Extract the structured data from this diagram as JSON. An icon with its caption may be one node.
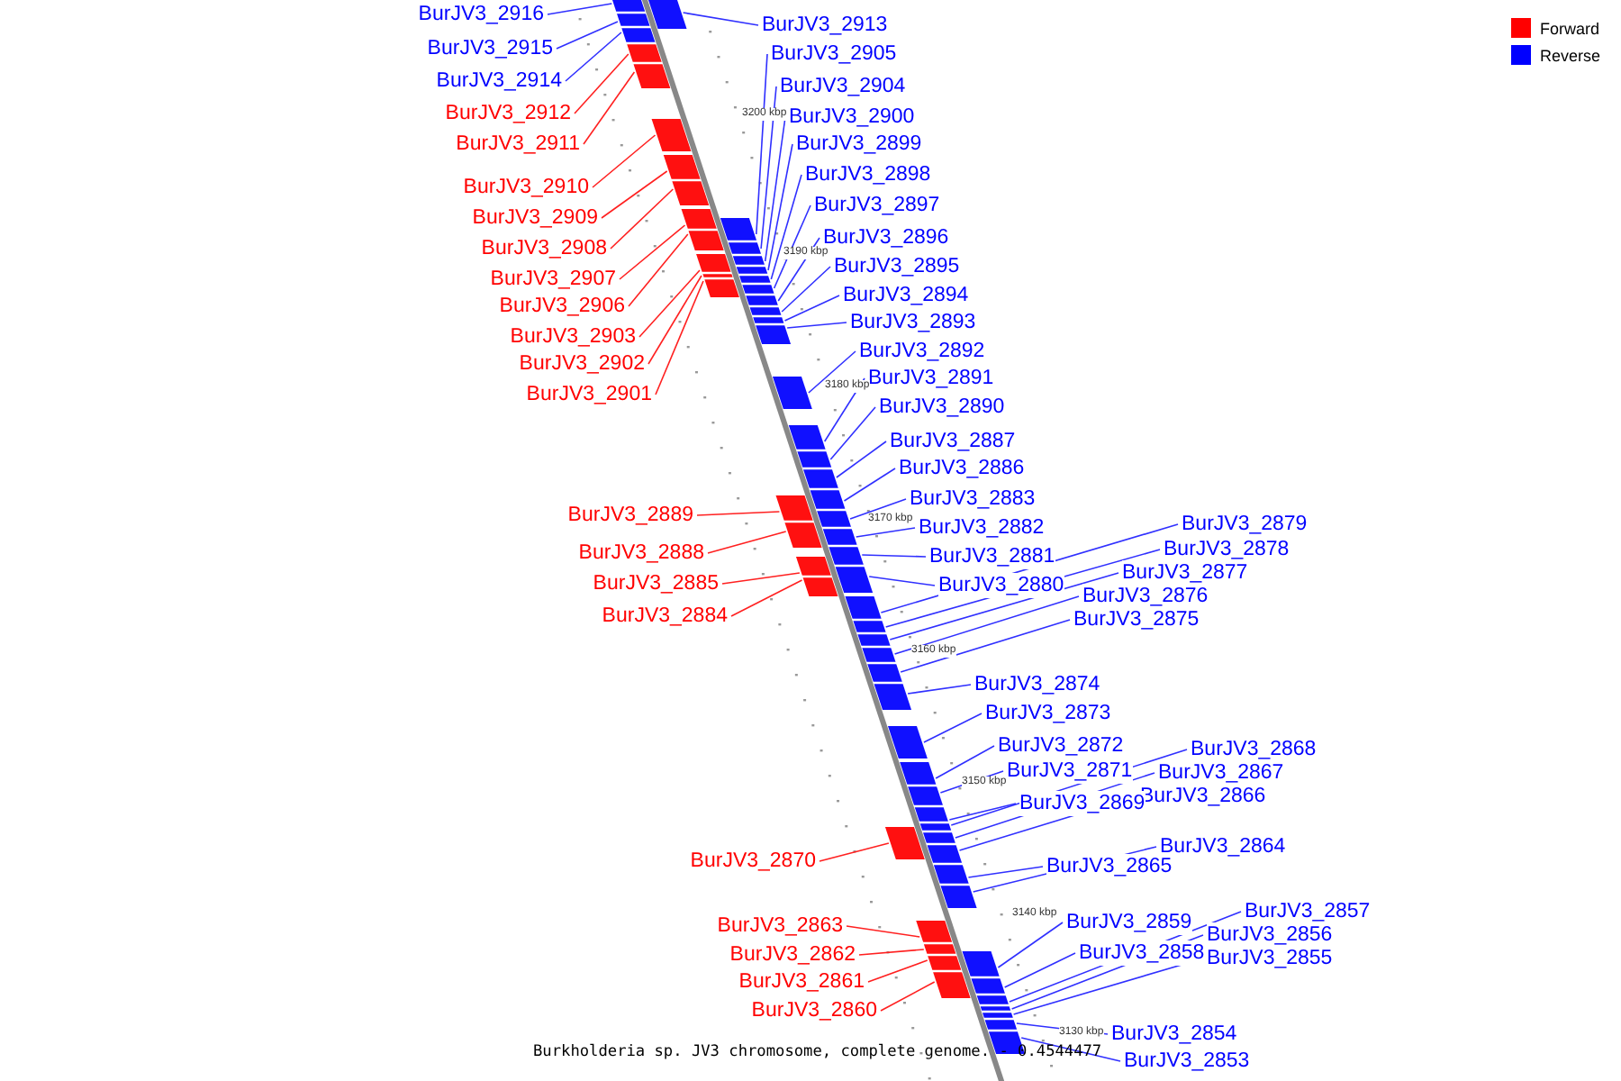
{
  "diagram": {
    "caption": "Burkholderia sp. JV3 chromosome, complete genome. - 0.4544477",
    "nodes": [
      {
        "text": [
          "BurJV3_2916"
        ]
      },
      {
        "text": [
          "BurJV3_2913"
        ]
      },
      {
        "text": [
          "BurJV3_2915"
        ]
      },
      {
        "text": [
          "BurJV3_2905"
        ]
      },
      {
        "text": [
          "BurJV3_2914"
        ]
      },
      {
        "text": [
          "BurJV3_2904"
        ]
      },
      {
        "text": [
          "BurJV3_2912"
        ]
      },
      {
        "text": [
          "BurJV3_2900"
        ]
      },
      {
        "text": [
          "BurJV3_2911"
        ]
      },
      {
        "text": [
          "BurJV3_2899"
        ]
      },
      {
        "text": [
          "BurJV3_2898"
        ]
      },
      {
        "text": [
          "BurJV3_2910"
        ]
      },
      {
        "text": [
          "BurJV3_2897"
        ]
      },
      {
        "text": [
          "BurJV3_2909"
        ]
      },
      {
        "text": [
          "BurJV3_2896"
        ]
      },
      {
        "text": [
          "BurJV3_2908"
        ]
      },
      {
        "text": [
          "BurJV3_2895"
        ]
      },
      {
        "text": [
          "BurJV3_2907"
        ]
      },
      {
        "text": [
          "BurJV3_2894"
        ]
      },
      {
        "text": [
          "BurJV3_2906"
        ]
      },
      {
        "text": [
          "BurJV3_2893"
        ]
      },
      {
        "text": [
          "BurJV3_2903"
        ]
      },
      {
        "text": [
          "BurJV3_2892"
        ]
      },
      {
        "text": [
          "BurJV3_2902"
        ]
      },
      {
        "text": [
          "BurJV3_2891"
        ]
      },
      {
        "text": [
          "BurJV3_2901"
        ]
      },
      {
        "text": [
          "BurJV3_2890"
        ]
      },
      {
        "text": [
          "BurJV3_2887"
        ]
      },
      {
        "text": [
          "BurJV3_2886"
        ]
      },
      {
        "text": [
          "BurJV3_2883"
        ]
      },
      {
        "text": [
          "BurJV3_2889"
        ]
      },
      {
        "text": [
          "BurJV3_2879"
        ]
      },
      {
        "text": [
          "BurJV3_2882"
        ]
      },
      {
        "text": [
          "BurJV3_2878"
        ]
      },
      {
        "text": [
          "BurJV3_2888"
        ]
      },
      {
        "text": [
          "BurJV3_2881"
        ]
      },
      {
        "text": [
          "BurJV3_2877"
        ]
      },
      {
        "text": [
          "BurJV3_2885"
        ]
      },
      {
        "text": [
          "BurJV3_2880"
        ]
      },
      {
        "text": [
          "BurJV3_2876"
        ]
      },
      {
        "text": [
          "BurJV3_2884"
        ]
      },
      {
        "text": [
          "BurJV3_2875"
        ]
      },
      {
        "text": [
          "BurJV3_2874"
        ]
      },
      {
        "text": [
          "BurJV3_2873"
        ]
      },
      {
        "text": [
          "BurJV3_2872"
        ]
      },
      {
        "text": [
          "BurJV3_2868"
        ]
      },
      {
        "text": [
          "BurJV3_2871"
        ]
      },
      {
        "text": [
          "BurJV3_2867"
        ]
      },
      {
        "text": [
          "BurJV3_2866"
        ]
      },
      {
        "text": [
          "BurJV3_2869"
        ]
      },
      {
        "text": [
          "BurJV3_2864"
        ]
      },
      {
        "text": [
          "BurJV3_2870"
        ]
      },
      {
        "text": [
          "BurJV3_2865"
        ]
      },
      {
        "text": [
          "BurJV3_2857"
        ]
      },
      {
        "text": [
          "BurJV3_2859"
        ]
      },
      {
        "text": [
          "BurJV3_2863"
        ]
      },
      {
        "text": [
          "BurJV3_2856"
        ]
      },
      {
        "text": [
          "BurJV3_2858"
        ]
      },
      {
        "text": [
          "BurJV3_2862"
        ]
      },
      {
        "text": [
          "BurJV3_2855"
        ]
      },
      {
        "text": [
          "BurJV3_2861"
        ]
      },
      {
        "text": [
          "BurJV3_2860"
        ]
      },
      {
        "text": [
          "BurJV3_2854"
        ]
      },
      {
        "text": [
          "BurJV3_2853"
        ]
      },
      {
        "text": [],
        "shape": "bar"
      },
      {
        "text": [],
        "shape": "bar"
      },
      {
        "text": [],
        "shape": "bar"
      },
      {
        "text": [],
        "shape": "bar"
      },
      {
        "text": [],
        "shape": "bar"
      },
      {
        "text": [],
        "shape": "bar"
      },
      {
        "text": [],
        "shape": "bar"
      },
      {
        "text": [],
        "shape": "bar"
      },
      {
        "text": [],
        "shape": "bar"
      },
      {
        "text": [],
        "shape": "bar"
      },
      {
        "text": [],
        "shape": "bar"
      },
      {
        "text": [],
        "shape": "bar"
      },
      {
        "text": [],
        "shape": "bar"
      },
      {
        "text": [],
        "shape": "bar"
      },
      {
        "text": [],
        "shape": "bar"
      },
      {
        "text": [],
        "shape": "bar"
      },
      {
        "text": [],
        "shape": "bar"
      },
      {
        "text": [],
        "shape": "bar"
      },
      {
        "text": [],
        "shape": "bar"
      },
      {
        "text": [],
        "shape": "bar"
      },
      {
        "text": [],
        "shape": "bar"
      },
      {
        "text": [],
        "shape": "bar"
      },
      {
        "text": [],
        "shape": "bar"
      },
      {
        "text": [],
        "shape": "bar"
      },
      {
        "text": [],
        "shape": "bar"
      },
      {
        "text": [],
        "shape": "bar"
      },
      {
        "text": [],
        "shape": "bar"
      },
      {
        "text": [],
        "shape": "bar"
      },
      {
        "text": [],
        "shape": "bar"
      },
      {
        "text": [],
        "shape": "bar"
      },
      {
        "text": [],
        "shape": "bar"
      },
      {
        "text": [],
        "shape": "bar"
      },
      {
        "text": [],
        "shape": "bar"
      },
      {
        "text": [],
        "shape": "bar"
      },
      {
        "text": [],
        "shape": "bar"
      },
      {
        "text": [],
        "shape": "bar"
      },
      {
        "text": [],
        "shape": "bar"
      },
      {
        "text": [],
        "shape": "bar"
      },
      {
        "text": [],
        "shape": "bar"
      },
      {
        "text": [],
        "shape": "bar"
      },
      {
        "text": [],
        "shape": "bar"
      },
      {
        "text": [],
        "shape": "bar"
      },
      {
        "text": [],
        "shape": "bar"
      },
      {
        "text": [],
        "shape": "bar"
      },
      {
        "text": [],
        "shape": "bar"
      },
      {
        "text": [],
        "shape": "bar"
      },
      {
        "text": [],
        "shape": "bar"
      },
      {
        "text": [],
        "shape": "bar"
      },
      {
        "text": [],
        "shape": "bar"
      },
      {
        "text": [],
        "shape": "bar"
      },
      {
        "text": [],
        "shape": "bar"
      },
      {
        "text": [],
        "shape": "bar"
      },
      {
        "text": [],
        "shape": "bar"
      },
      {
        "text": [],
        "shape": "bar"
      },
      {
        "text": [],
        "shape": "bar"
      },
      {
        "text": [],
        "shape": "bar"
      },
      {
        "text": [],
        "shape": "bar"
      },
      {
        "text": [],
        "shape": "bar"
      },
      {
        "text": [],
        "shape": "bar"
      },
      {
        "text": [],
        "shape": "bar"
      },
      {
        "text": [],
        "shape": "bar"
      },
      {
        "text": [],
        "shape": "bar"
      },
      {
        "text": [],
        "shape": "bar"
      },
      {
        "text": [],
        "shape": "bar"
      }
    ],
    "edges": [
      {
        "from": 0,
        "to": 64,
        "arrow": "none"
      },
      {
        "from": 1,
        "to": 65,
        "arrow": "none"
      },
      {
        "from": 2,
        "to": 66,
        "arrow": "none"
      },
      {
        "from": 3,
        "to": 67,
        "arrow": "none"
      },
      {
        "from": 4,
        "to": 68,
        "arrow": "none"
      },
      {
        "from": 5,
        "to": 69,
        "arrow": "none"
      },
      {
        "from": 6,
        "to": 70,
        "arrow": "none",
        "color": "#ff0000"
      },
      {
        "from": 7,
        "to": 71,
        "arrow": "none"
      },
      {
        "from": 8,
        "to": 72,
        "arrow": "none",
        "color": "#ff0000"
      },
      {
        "from": 9,
        "to": 73,
        "arrow": "none"
      },
      {
        "from": 10,
        "to": 74,
        "arrow": "none"
      },
      {
        "from": 11,
        "to": 75,
        "arrow": "none",
        "color": "#ff0000"
      },
      {
        "from": 12,
        "to": 76,
        "arrow": "none"
      },
      {
        "from": 13,
        "to": 77,
        "arrow": "none",
        "color": "#ff0000"
      },
      {
        "from": 14,
        "to": 78,
        "arrow": "none"
      },
      {
        "from": 15,
        "to": 79,
        "arrow": "none",
        "color": "#ff0000"
      },
      {
        "from": 16,
        "to": 80,
        "arrow": "none"
      },
      {
        "from": 17,
        "to": 81,
        "arrow": "none",
        "color": "#ff0000"
      },
      {
        "from": 18,
        "to": 82,
        "arrow": "none"
      },
      {
        "from": 19,
        "to": 83,
        "arrow": "none",
        "color": "#ff0000"
      },
      {
        "from": 20,
        "to": 84,
        "arrow": "none"
      },
      {
        "from": 21,
        "to": 85,
        "arrow": "none",
        "color": "#ff0000"
      },
      {
        "from": 22,
        "to": 86,
        "arrow": "none"
      },
      {
        "from": 23,
        "to": 87,
        "arrow": "none",
        "color": "#ff0000"
      },
      {
        "from": 24,
        "to": 88,
        "arrow": "none"
      },
      {
        "from": 25,
        "to": 89,
        "arrow": "none",
        "color": "#ff0000"
      },
      {
        "from": 26,
        "to": 90,
        "arrow": "none"
      },
      {
        "from": 27,
        "to": 91,
        "arrow": "none"
      },
      {
        "from": 28,
        "to": 92,
        "arrow": "none"
      },
      {
        "from": 29,
        "to": 93,
        "arrow": "none"
      },
      {
        "from": 30,
        "to": 94,
        "arrow": "none",
        "color": "#ff0000"
      },
      {
        "from": 31,
        "to": 95,
        "arrow": "none"
      },
      {
        "from": 32,
        "to": 96,
        "arrow": "none"
      },
      {
        "from": 33,
        "to": 97,
        "arrow": "none"
      },
      {
        "from": 34,
        "to": 98,
        "arrow": "none",
        "color": "#ff0000"
      },
      {
        "from": 35,
        "to": 99,
        "arrow": "none"
      },
      {
        "from": 36,
        "to": 100,
        "arrow": "none"
      },
      {
        "from": 37,
        "to": 101,
        "arrow": "none",
        "color": "#ff0000"
      },
      {
        "from": 38,
        "to": 102,
        "arrow": "none"
      },
      {
        "from": 39,
        "to": 103,
        "arrow": "none"
      },
      {
        "from": 40,
        "to": 104,
        "arrow": "none",
        "color": "#ff0000"
      },
      {
        "from": 41,
        "to": 105,
        "arrow": "none"
      },
      {
        "from": 42,
        "to": 106,
        "arrow": "none"
      },
      {
        "from": 43,
        "to": 107,
        "arrow": "none"
      },
      {
        "from": 44,
        "to": 108,
        "arrow": "none"
      },
      {
        "from": 45,
        "to": 109,
        "arrow": "none"
      },
      {
        "from": 46,
        "to": 110,
        "arrow": "none"
      },
      {
        "from": 47,
        "to": 111,
        "arrow": "none"
      },
      {
        "from": 48,
        "to": 112,
        "arrow": "none"
      },
      {
        "from": 49,
        "to": 113,
        "arrow": "none"
      },
      {
        "from": 50,
        "to": 114,
        "arrow": "none"
      },
      {
        "from": 51,
        "to": 115,
        "arrow": "none",
        "color": "#ff0000"
      },
      {
        "from": 52,
        "to": 116,
        "arrow": "none"
      },
      {
        "from": 53,
        "to": 117,
        "arrow": "none"
      },
      {
        "from": 54,
        "to": 118,
        "arrow": "none"
      },
      {
        "from": 55,
        "to": 119,
        "arrow": "none",
        "color": "#ff0000"
      },
      {
        "from": 56,
        "to": 120,
        "arrow": "none"
      },
      {
        "from": 57,
        "to": 121,
        "arrow": "none"
      },
      {
        "from": 58,
        "to": 122,
        "arrow": "none",
        "color": "#ff0000"
      },
      {
        "from": 59,
        "to": 123,
        "arrow": "none"
      },
      {
        "from": 60,
        "to": 124,
        "arrow": "none",
        "color": "#ff0000"
      },
      {
        "from": 61,
        "to": 125,
        "arrow": "none",
        "color": "#ff0000"
      },
      {
        "from": 62,
        "to": 126,
        "arrow": "none"
      },
      {
        "from": 63,
        "to": 127,
        "arrow": "none"
      }
    ],
    "labels": [
      "3200 kbp",
      "3190 kbp",
      "3180 kbp",
      "3170 kbp",
      "3160 kbp",
      "3150 kbp",
      "3140 kbp",
      "3130 kbp"
    ],
    "legend": [
      {
        "text": "Forward",
        "color": "#ff0000"
      },
      {
        "text": "Reverse",
        "color": "#0000ff"
      }
    ]
  }
}
